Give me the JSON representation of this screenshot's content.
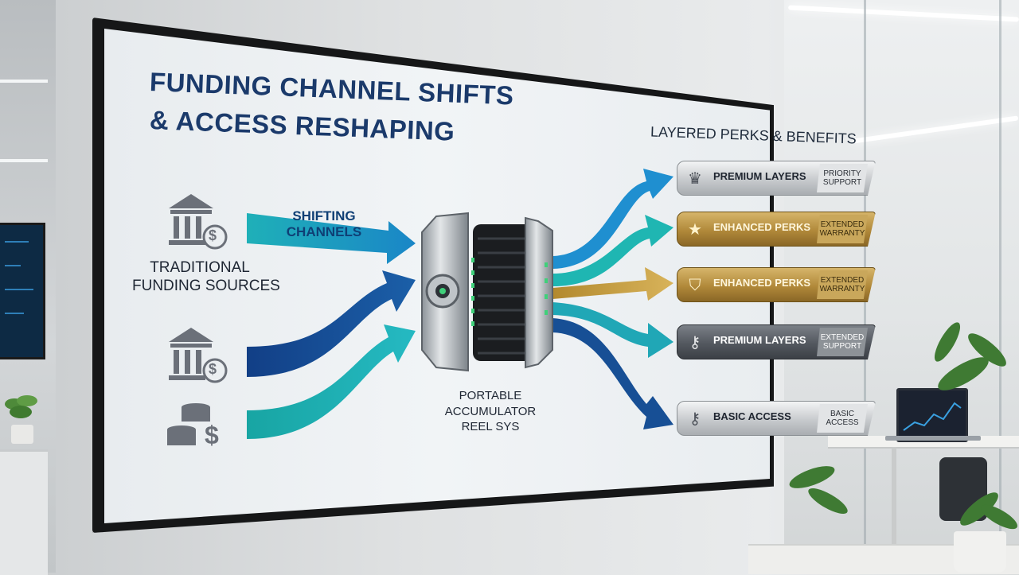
{
  "slide": {
    "title_line1": "FUNDING CHANNEL SHIFTS",
    "title_line2": "& ACCESS RESHAPING",
    "perks_title": "LAYERED PERKS & BENEFITS",
    "shift_label_line1": "SHIFTING",
    "shift_label_line2": "CHANNELS",
    "sources_label_line1": "TRADITIONAL",
    "sources_label_line2": "FUNDING SOURCES",
    "device_label_line1": "PORTABLE",
    "device_label_line2": "ACCUMULATOR",
    "device_label_line3": "REEL SYS",
    "perks": [
      {
        "name": "PREMIUM LAYERS",
        "detail": "PRIORITY\nSUPPORT",
        "icon": "crown-icon",
        "style": "silver"
      },
      {
        "name": "ENHANCED PERKS",
        "detail": "EXTENDED\nWARRANTY",
        "icon": "star-icon",
        "style": "gold"
      },
      {
        "name": "ENHANCED PERKS",
        "detail": "EXTENDED\nWARRANTY",
        "icon": "shield-icon",
        "style": "gold"
      },
      {
        "name": "PREMIUM LAYERS",
        "detail": "EXTENDED\nSUPPORT",
        "icon": "key-icon",
        "style": "dark"
      },
      {
        "name": "BASIC ACCESS",
        "detail": "BASIC\nACCESS",
        "icon": "key-icon",
        "style": "silver"
      }
    ],
    "colors": {
      "title": "#1b3a6b",
      "arrow_teal": "#1a9fb5",
      "arrow_navy": "#14387a",
      "arrow_gold": "#c39a3a"
    }
  }
}
